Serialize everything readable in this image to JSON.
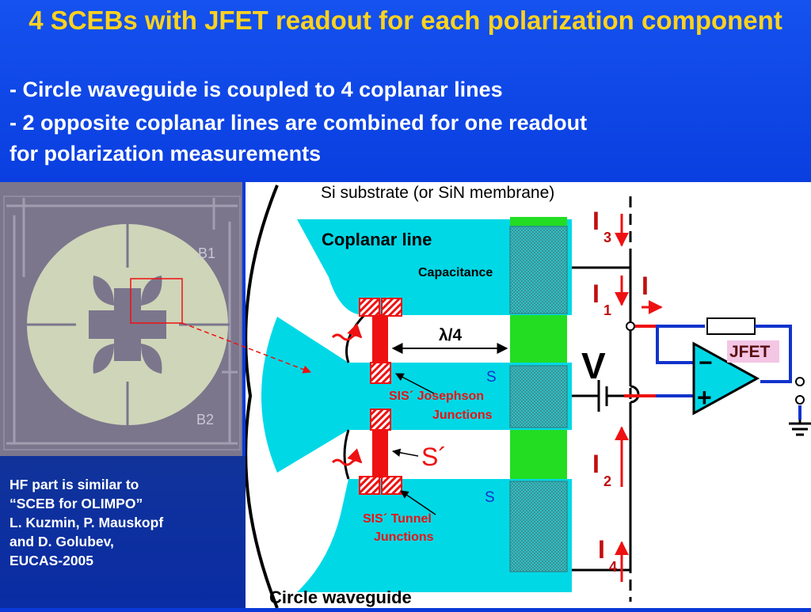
{
  "header": {
    "title": "4 SCEBs with JFET readout for each polarization component",
    "bullets": [
      "- Circle waveguide is coupled to 4 coplanar lines",
      "- 2 opposite coplanar lines are combined for one readout",
      "for polarization measurements"
    ]
  },
  "photo": {
    "labels": {
      "b1": "B1",
      "b2": "B2"
    }
  },
  "credit": {
    "lines": [
      "HF part is similar to",
      "“SCEB for OLIMPO”",
      "L. Kuzmin, P. Mauskopf",
      "and D. Golubev,",
      "EUCAS-2005"
    ]
  },
  "diagram": {
    "substrate_label": "Si substrate (or SiN membrane)",
    "coplanar_label": "Coplanar line",
    "capacitance_label": "Capacitance",
    "lambda_label": "λ/4",
    "s_top": "S",
    "s_bottom": "S",
    "s_prime": "S´",
    "josephson_label_1": "SIS´ Josephson",
    "josephson_label_2": "Junctions",
    "tunnel_label_1": "SIS´ Tunnel",
    "tunnel_label_2": "Junctions",
    "waveguide_label": "Circle waveguide",
    "jfet_label": "JFET",
    "minus_sign": "−",
    "plus_sign": "+",
    "v_label": "V",
    "i_symbol": "I",
    "i_sub_1": "1",
    "i_sub_2": "2",
    "i_sub_3": "3",
    "i_sub_4": "4",
    "colors": {
      "cyan": "#00d8e6",
      "green": "#22dd22",
      "red": "#ee1111",
      "blue": "#1133cc",
      "jfet_fill": "#f3c6e4",
      "title": "#ffd21e"
    }
  }
}
